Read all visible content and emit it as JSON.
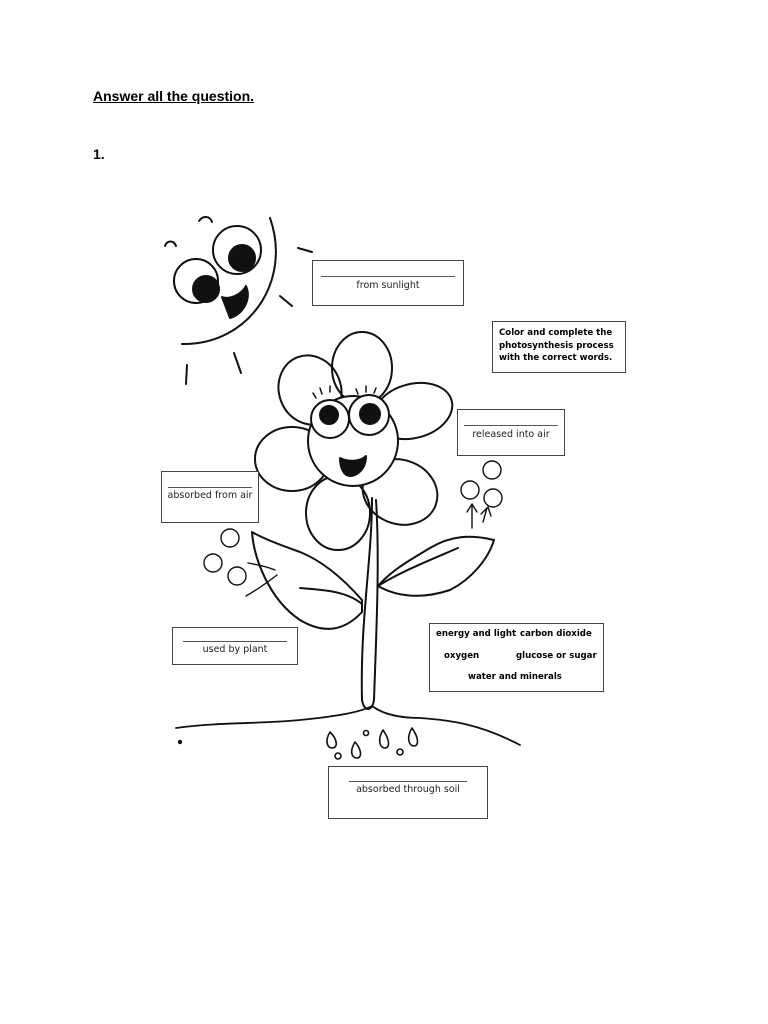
{
  "heading": "Answer all the question.",
  "question_number": "1.",
  "labels": {
    "sunlight": "from sunlight",
    "released": "released into air",
    "absorbed_air": "absorbed from air",
    "used_plant": "used by plant",
    "soil": "absorbed through soil"
  },
  "instruction": "Color and complete the photosynthesis process with the correct words.",
  "word_bank": [
    "energy and light",
    "carbon dioxide",
    "oxygen",
    "glucose or sugar",
    "water and minerals"
  ]
}
